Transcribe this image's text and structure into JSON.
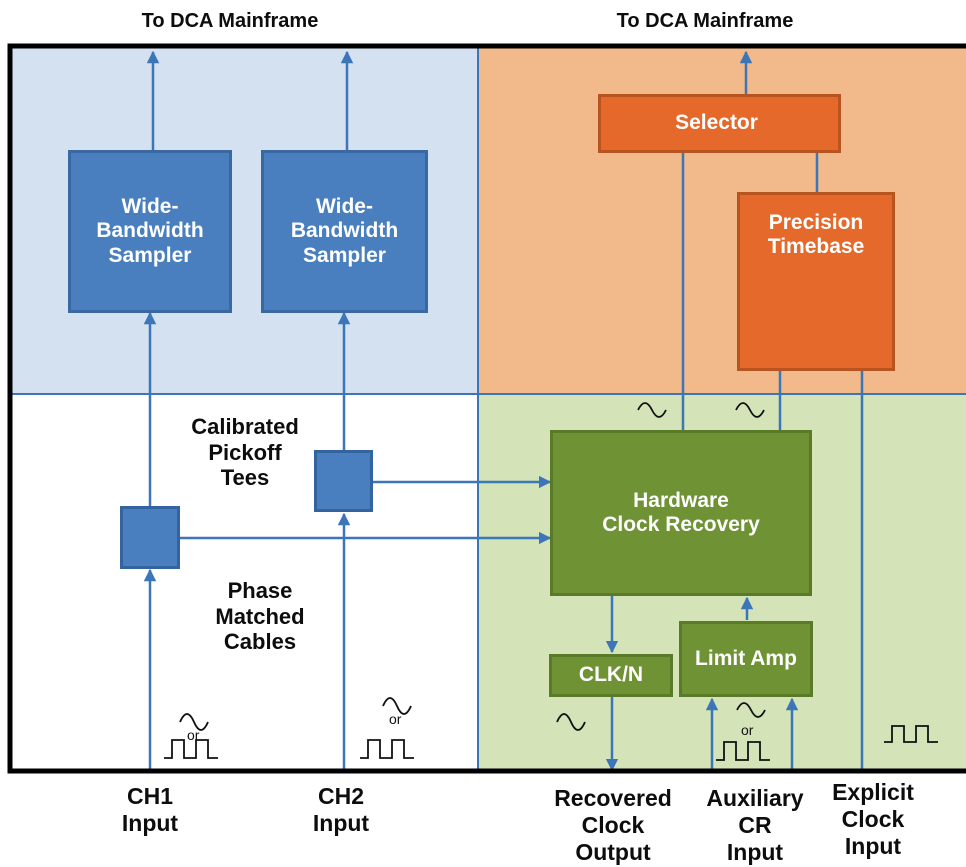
{
  "headers": {
    "left": "To DCA Mainframe",
    "right": "To DCA Mainframe"
  },
  "blocks": {
    "sampler1": "Wide-\nBandwidth\nSampler",
    "sampler2": "Wide-\nBandwidth\nSampler",
    "selector": "Selector",
    "timebase": "Precision\nTimebase",
    "clock_recovery": "Hardware\nClock Recovery",
    "clk_n": "CLK/N",
    "limit_amp": "Limit Amp"
  },
  "annotations": {
    "tees": "Calibrated\nPickoff\nTees",
    "cables": "Phase\nMatched\nCables",
    "or": "or"
  },
  "inputs": {
    "ch1": "CH1\nInput",
    "ch2": "CH2\nInput",
    "recovered": "Recovered\nClock\nOutput",
    "aux": "Auxiliary\nCR\nInput",
    "explicit": "Explicit\nClock\nInput"
  },
  "colors": {
    "sampler_region": "#d4e1f0",
    "clock_region_top": "#f2b98a",
    "clock_region_bottom": "#d4e3b8",
    "blue_block": "#4a7fbf",
    "green_block": "#6e9234",
    "orange_block": "#e5692a",
    "connector": "#3d76b8",
    "frame": "#000000"
  },
  "icons": {
    "sine": "sine-wave-icon",
    "square": "square-wave-icon",
    "switch_node": "switch-node-icon"
  }
}
